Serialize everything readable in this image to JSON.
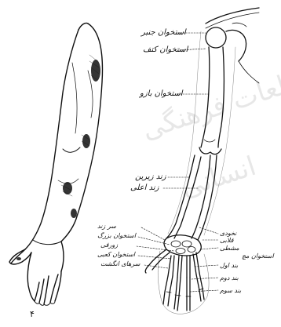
{
  "labels": {
    "shoulder_top": "استخوان جنبر",
    "scapula": "استخوان کتف",
    "humerus": "استخوان بازو",
    "ulna": "زند زیرین",
    "radius": "زند اعلی",
    "carpal_l1": "سر زند",
    "carpal_l2": "استخوان بزرگ",
    "carpal_l3": "زورقی",
    "carpal_l4": "استخوان کعبی",
    "carpal_l5": "سرهای انگشت",
    "right_r1": "نخودی",
    "right_r2": "قلابی",
    "right_r3": "مشطی",
    "right_r4": "بند اول",
    "right_r5": "بند دوم",
    "right_r6": "بند سوم",
    "right_side": "استخوان مچ"
  },
  "watermark": {
    "line1": "مطالعات فرهنگی",
    "line2": "انسانی"
  },
  "page_number": "۴"
}
